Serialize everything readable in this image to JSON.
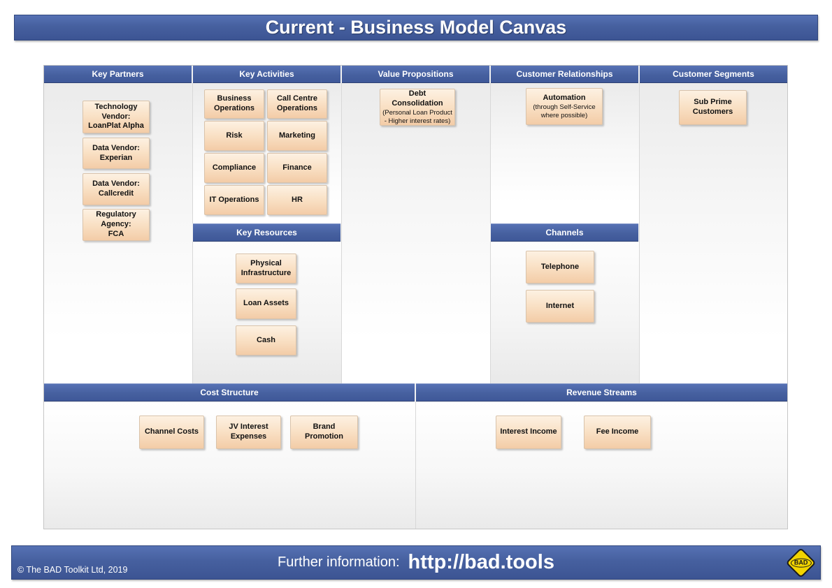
{
  "title": "Current - Business Model Canvas",
  "colors": {
    "header_blue": "#46609F",
    "box_peach_top": "#FDF1E2",
    "box_peach_bottom": "#F3CCA7"
  },
  "canvas": {
    "key_partners": {
      "header": "Key Partners",
      "items": [
        "Technology Vendor:\nLoanPlat Alpha",
        "Data Vendor:\nExperian",
        "Data Vendor:\nCallcredit",
        "Regulatory Agency:\nFCA"
      ]
    },
    "key_activities": {
      "header": "Key Activities",
      "items": [
        "Business Operations",
        "Call Centre Operations",
        "Risk",
        "Marketing",
        "Compliance",
        "Finance",
        "IT Operations",
        "HR"
      ]
    },
    "key_resources": {
      "header": "Key Resources",
      "items": [
        "Physical Infrastructure",
        "Loan Assets",
        "Cash"
      ]
    },
    "value_propositions": {
      "header": "Value Propositions",
      "items": [
        {
          "title": "Debt Consolidation",
          "subtitle": "(Personal Loan Product - Higher interest rates)"
        }
      ]
    },
    "customer_relationships": {
      "header": "Customer Relationships",
      "items": [
        {
          "title": "Automation",
          "subtitle": "(through Self-Service where possible)"
        }
      ]
    },
    "channels": {
      "header": "Channels",
      "items": [
        "Telephone",
        "Internet"
      ]
    },
    "customer_segments": {
      "header": "Customer Segments",
      "items": [
        "Sub Prime Customers"
      ]
    },
    "cost_structure": {
      "header": "Cost Structure",
      "items": [
        "Channel Costs",
        "JV Interest Expenses",
        "Brand Promotion"
      ]
    },
    "revenue_streams": {
      "header": "Revenue Streams",
      "items": [
        "Interest Income",
        "Fee Income"
      ]
    }
  },
  "footer": {
    "copyright": "© The BAD Toolkit Ltd, 2019",
    "info_label": "Further information:",
    "info_url": "http://bad.tools",
    "logo_text": "BAD"
  }
}
